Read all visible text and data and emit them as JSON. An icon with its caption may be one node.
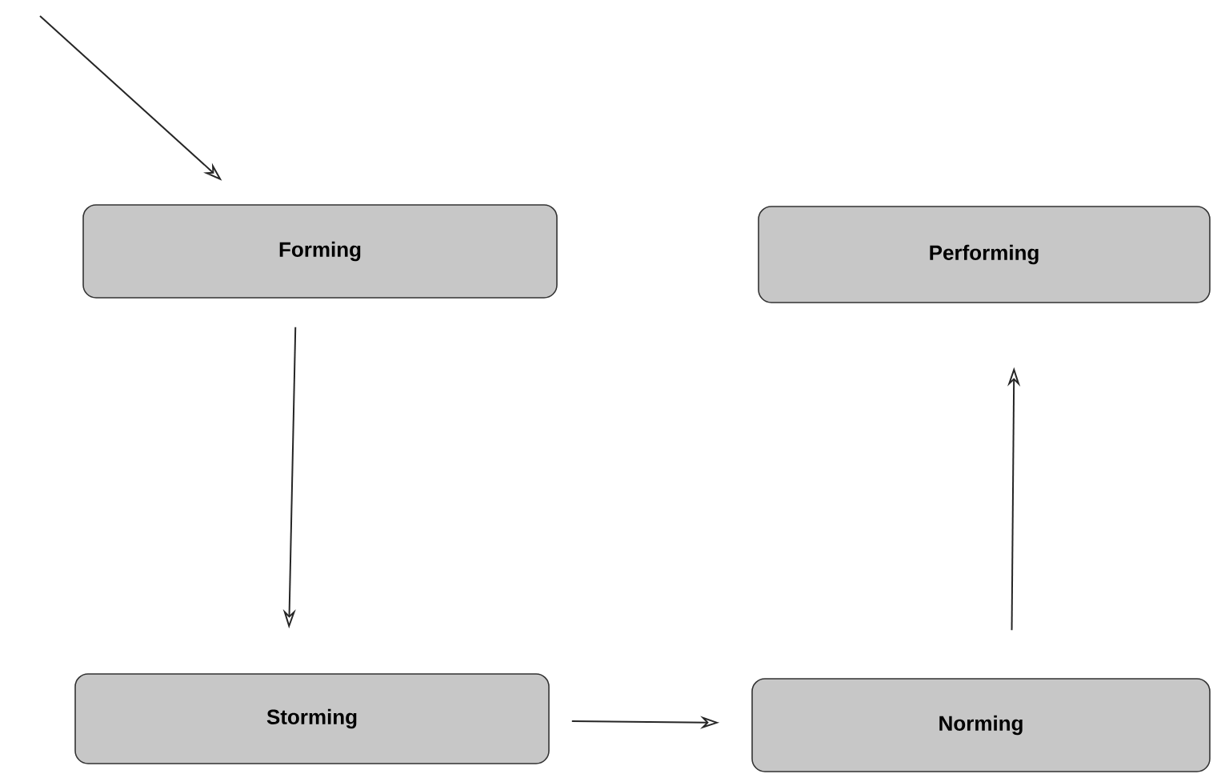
{
  "diagram": {
    "nodes": [
      {
        "text": [
          "Forming"
        ]
      },
      {
        "text": [
          "Performing"
        ]
      },
      {
        "text": [
          "Storming"
        ]
      },
      {
        "text": [
          "Norming"
        ]
      }
    ],
    "edges": [
      {
        "from": null,
        "to": 0,
        "arrow": "to"
      },
      {
        "from": 0,
        "to": 2,
        "arrow": "to"
      },
      {
        "from": 2,
        "to": 3,
        "arrow": "to"
      },
      {
        "from": 3,
        "to": 1,
        "arrow": "to"
      }
    ]
  }
}
